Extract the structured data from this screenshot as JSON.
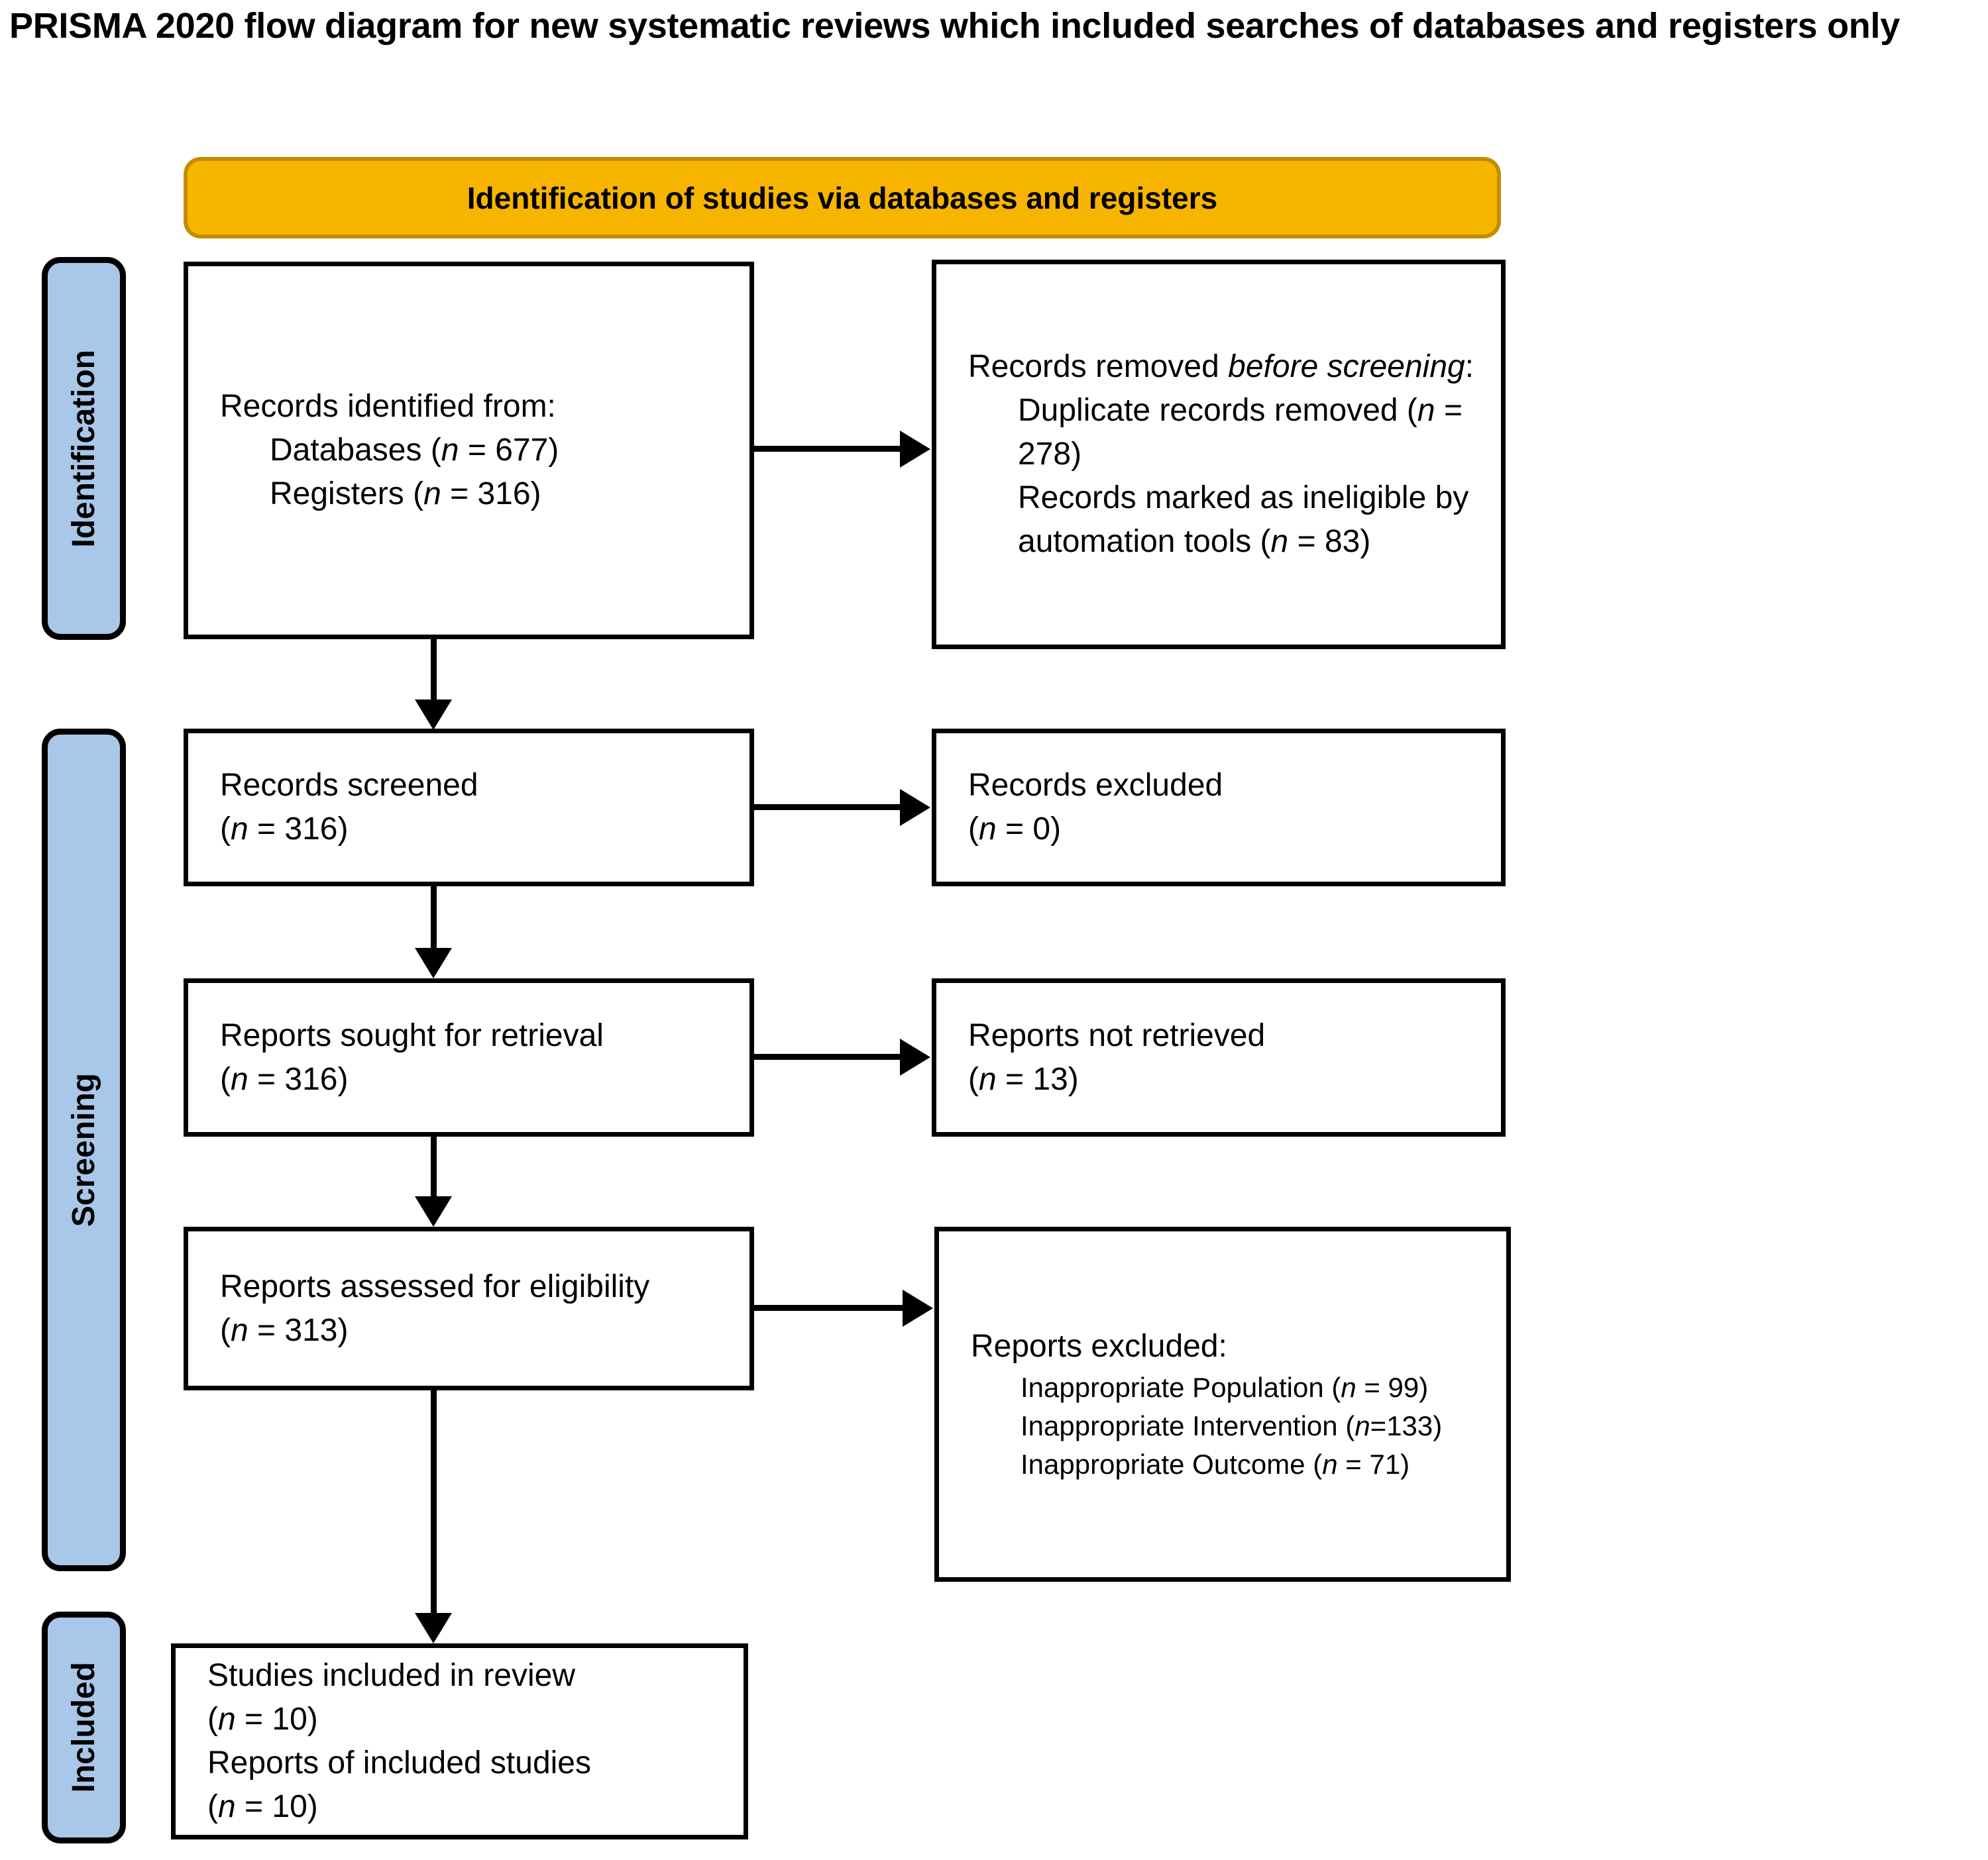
{
  "title": "PRISMA 2020 flow diagram for new systematic reviews which included searches of databases and registers only",
  "banner": {
    "label": "Identification of studies via databases and registers"
  },
  "colors": {
    "banner_fill": "#F7B500",
    "banner_border": "#C28E00",
    "stage_fill": "#A9C7E8",
    "box_border": "#000000",
    "arrow": "#000000",
    "text": "#000000",
    "background": "#FFFFFF"
  },
  "stages": [
    {
      "label": "Identification"
    },
    {
      "label": "Screening"
    },
    {
      "label": "Included"
    }
  ],
  "boxes": {
    "records_identified": {
      "lines": [
        {
          "text": "Records identified from:"
        },
        {
          "indent": true,
          "text": "Databases (*n* = 677)"
        },
        {
          "indent": true,
          "text": "Registers (*n* = 316)"
        }
      ]
    },
    "records_removed": {
      "lines": [
        {
          "text": "Records removed *before screening*:"
        },
        {
          "indent": true,
          "text": "Duplicate records removed (*n* = 278)"
        },
        {
          "indent": true,
          "text": "Records marked as ineligible by automation tools (*n* = 83)"
        }
      ]
    },
    "records_screened": {
      "lines": [
        {
          "text": "Records screened"
        },
        {
          "text": "(*n* = 316)"
        }
      ]
    },
    "records_excluded": {
      "lines": [
        {
          "text": "Records excluded"
        },
        {
          "text": "(*n* = 0)"
        }
      ]
    },
    "reports_sought": {
      "lines": [
        {
          "text": "Reports sought for retrieval"
        },
        {
          "text": "(*n* = 316)"
        }
      ]
    },
    "reports_not_retrieved": {
      "lines": [
        {
          "text": "Reports not retrieved"
        },
        {
          "text": "(*n* = 13)"
        }
      ]
    },
    "reports_assessed": {
      "lines": [
        {
          "text": "Reports assessed for eligibility"
        },
        {
          "text": "(*n* = 313)"
        }
      ]
    },
    "reports_excluded": {
      "lines": [
        {
          "text": "Reports excluded:"
        },
        {
          "indent": true,
          "small": true,
          "text": "Inappropriate Population (*n* = 99)"
        },
        {
          "indent": true,
          "small": true,
          "text": "Inappropriate Intervention (*n*=133)"
        },
        {
          "indent": true,
          "small": true,
          "text": "Inappropriate Outcome (*n* = 71)"
        }
      ]
    },
    "studies_included": {
      "lines": [
        {
          "text": "Studies included in review"
        },
        {
          "text": "(*n* = 10)"
        },
        {
          "text": "Reports of included studies"
        },
        {
          "text": "(*n* = 10)"
        }
      ]
    }
  }
}
